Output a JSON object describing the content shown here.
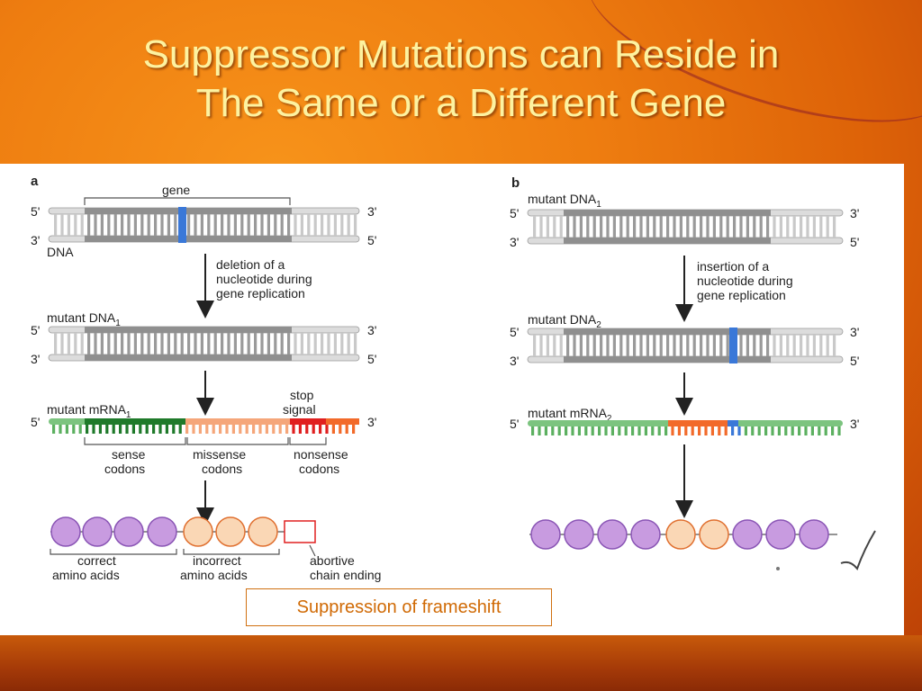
{
  "slide": {
    "title_line1": "Suppressor Mutations can Reside in",
    "title_line2": "The Same or a Different Gene",
    "caption": "Suppression of frameshift"
  },
  "panel_a": {
    "letter": "a",
    "gene": "gene",
    "dna": "DNA",
    "step1_1": "deletion of a",
    "step1_2": "nucleotide during",
    "step1_3": "gene replication",
    "mutant_dna": "mutant DNA",
    "mutant_dna_sub": "1",
    "mutant_mrna": "mutant mRNA",
    "mutant_mrna_sub": "1",
    "stop_1": "stop",
    "stop_2": "signal",
    "sense_1": "sense",
    "sense_2": "codons",
    "missense_1": "missense",
    "missense_2": "codons",
    "nonsense_1": "nonsense",
    "nonsense_2": "codons",
    "correct_1": "correct",
    "correct_2": "amino acids",
    "incorrect_1": "incorrect",
    "incorrect_2": "amino acids",
    "abortive_1": "abortive",
    "abortive_2": "chain ending"
  },
  "panel_b": {
    "letter": "b",
    "mutant_dna1": "mutant DNA",
    "mutant_dna1_sub": "1",
    "step1_1": "insertion of a",
    "step1_2": "nucleotide during",
    "step1_3": "gene replication",
    "mutant_dna2": "mutant DNA",
    "mutant_dna2_sub": "2",
    "mutant_mrna": "mutant mRNA",
    "mutant_mrna_sub": "2"
  },
  "ends": {
    "five": "5'",
    "three": "3'"
  },
  "colors": {
    "dna_gray": "#8f8f8f",
    "dna_light": "#d4d4d4",
    "mutation_blue": "#3a78d8",
    "mrna_green": "#3fa64a",
    "mrna_dark_green": "#1f7a2a",
    "missense_orange": "#f26a2a",
    "stop_red": "#e02020",
    "amino_purple": "#c89be0",
    "amino_orange": "#fad7b5"
  }
}
